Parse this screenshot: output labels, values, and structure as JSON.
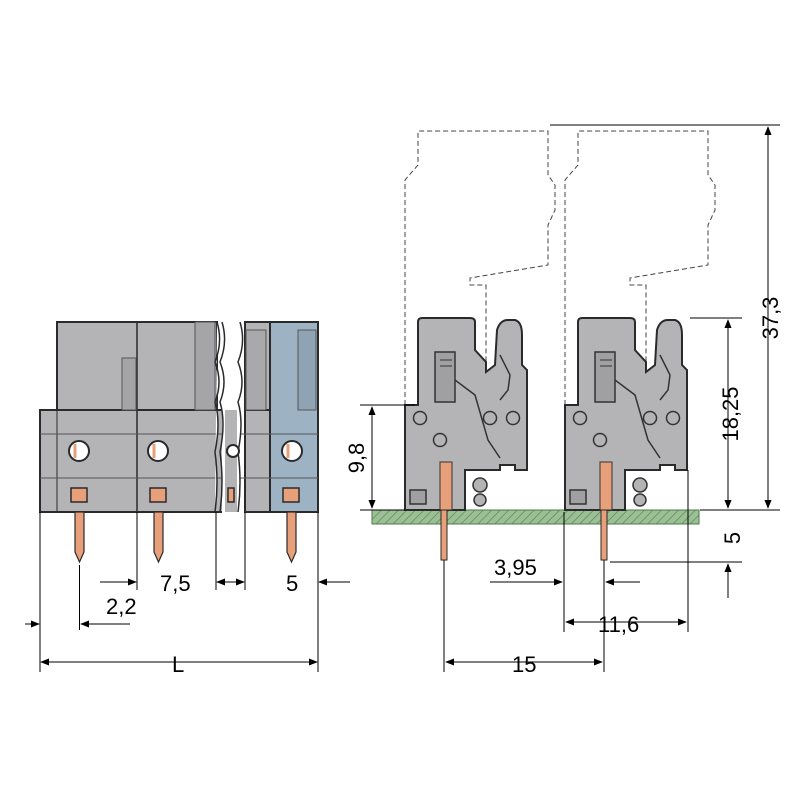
{
  "dimensions": {
    "pitch": "7,5",
    "half_pitch": "5",
    "pin_offset": "2,2",
    "length": "L",
    "pin_from_edge": "3,95",
    "body_depth": "11,6",
    "pin_spacing": "15",
    "body_height": "9,8",
    "header_height": "18,25",
    "total_height": "37,3",
    "pin_length": "5"
  },
  "colors": {
    "housing": "#b4b4b6",
    "housing_dark": "#8f8f92",
    "end_plate": "#9db3c4",
    "pin": "#e8a07a",
    "pcb": "#8fb58a",
    "outline": "#2a2a2a"
  }
}
